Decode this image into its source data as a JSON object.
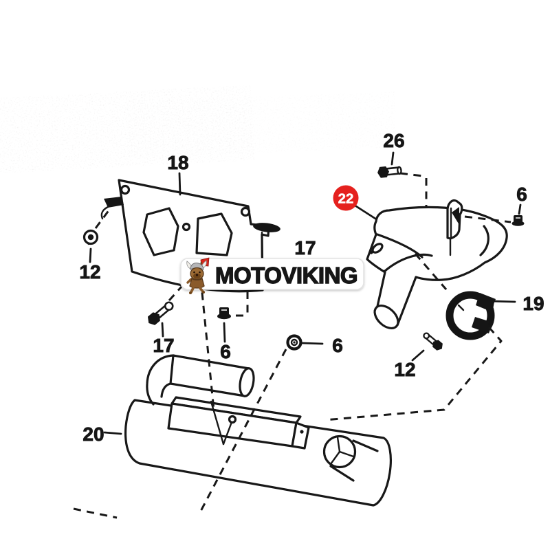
{
  "watermark": {
    "brand": "MOTOVIKING",
    "mascot_icon": "viking-dog-with-axe-icon",
    "pill_background": "#ffffff",
    "text_color": "#161616"
  },
  "diagram": {
    "background": "#ffffff",
    "line_color": "#181818",
    "highlighted_callout": {
      "label": "22",
      "badge_color": "#e5211e",
      "label_color": "#ffffff"
    },
    "callouts": {
      "c18": "18",
      "c12_left": "12",
      "c17_left": "17",
      "c6_mid": "6",
      "c26": "26",
      "c17_mid": "17",
      "c6_right": "6",
      "c19": "19",
      "c12_bottom": "12",
      "c6_lower": "6",
      "c20": "20"
    }
  }
}
